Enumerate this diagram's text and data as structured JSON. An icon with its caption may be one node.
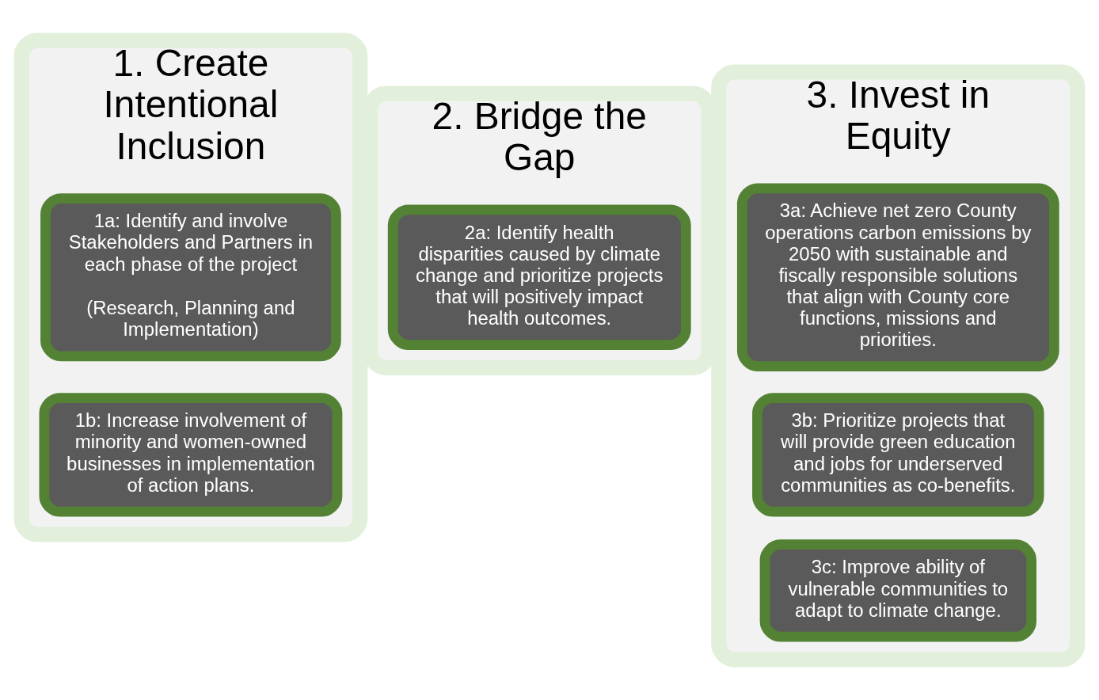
{
  "diagram": {
    "nodes": [
      {
        "text": [
          "1. Create Intentional Inclusion"
        ]
      },
      {
        "text": [
          "1a: Identify and involve Stakeholders and Partners in each phase of the project",
          "(Research, Planning and Implementation)"
        ],
        "in": 0
      },
      {
        "text": [
          "1b: Increase involvement of minority and women-owned businesses in implementation of action plans."
        ],
        "in": 0
      },
      {
        "text": [
          "2. Bridge the Gap"
        ]
      },
      {
        "text": [
          "2a: Identify health disparities caused by climate change and prioritize projects that will positively impact health outcomes."
        ],
        "in": 3
      },
      {
        "text": [
          "3. Invest in Equity"
        ]
      },
      {
        "text": [
          "3a: Achieve net zero County operations carbon emissions by 2050 with sustainable and fiscally responsible solutions that align with County core functions, missions and priorities."
        ],
        "in": 5
      },
      {
        "text": [
          "3b: Prioritize projects that will provide green education and jobs for underserved communities as co-benefits."
        ],
        "in": 5
      },
      {
        "text": [
          "3c: Improve ability of vulnerable communities to adapt to climate change."
        ],
        "in": 5
      }
    ],
    "edges": []
  }
}
